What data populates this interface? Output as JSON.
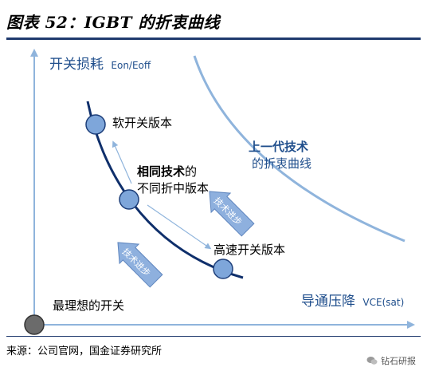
{
  "figure": {
    "title": "图表 52：IGBT 的折衷曲线",
    "source": "来源：公司官网，国金证券研究所",
    "watermark": "钻石研报"
  },
  "axes": {
    "y_label": "开关损耗",
    "y_label_sub": "Eon/Eoff",
    "x_label": "导通压降",
    "x_label_sub": "VCE(sat)"
  },
  "points": {
    "soft": "软开关版本",
    "same_tech_bold": "相同技术",
    "same_tech_tail": "的",
    "middle": "不同折中版本",
    "fast": "高速开关版本",
    "ideal": "最理想的开关"
  },
  "prev_gen": {
    "line1": "上一代技术",
    "line2": "的折衷曲线"
  },
  "badges": {
    "progress_1": "技术进步",
    "progress_2": "技术进步"
  },
  "colors": {
    "axis": "#8fb4dc",
    "curve_dark": "#0f2f6b",
    "curve_light": "#8fb4dc",
    "point_fill": "#7ea6da",
    "point_stroke": "#1e3f7a",
    "label_blue": "#1f4e8c",
    "ideal_fill": "#6b6b6b",
    "badge_fill": "#8eb0de"
  }
}
